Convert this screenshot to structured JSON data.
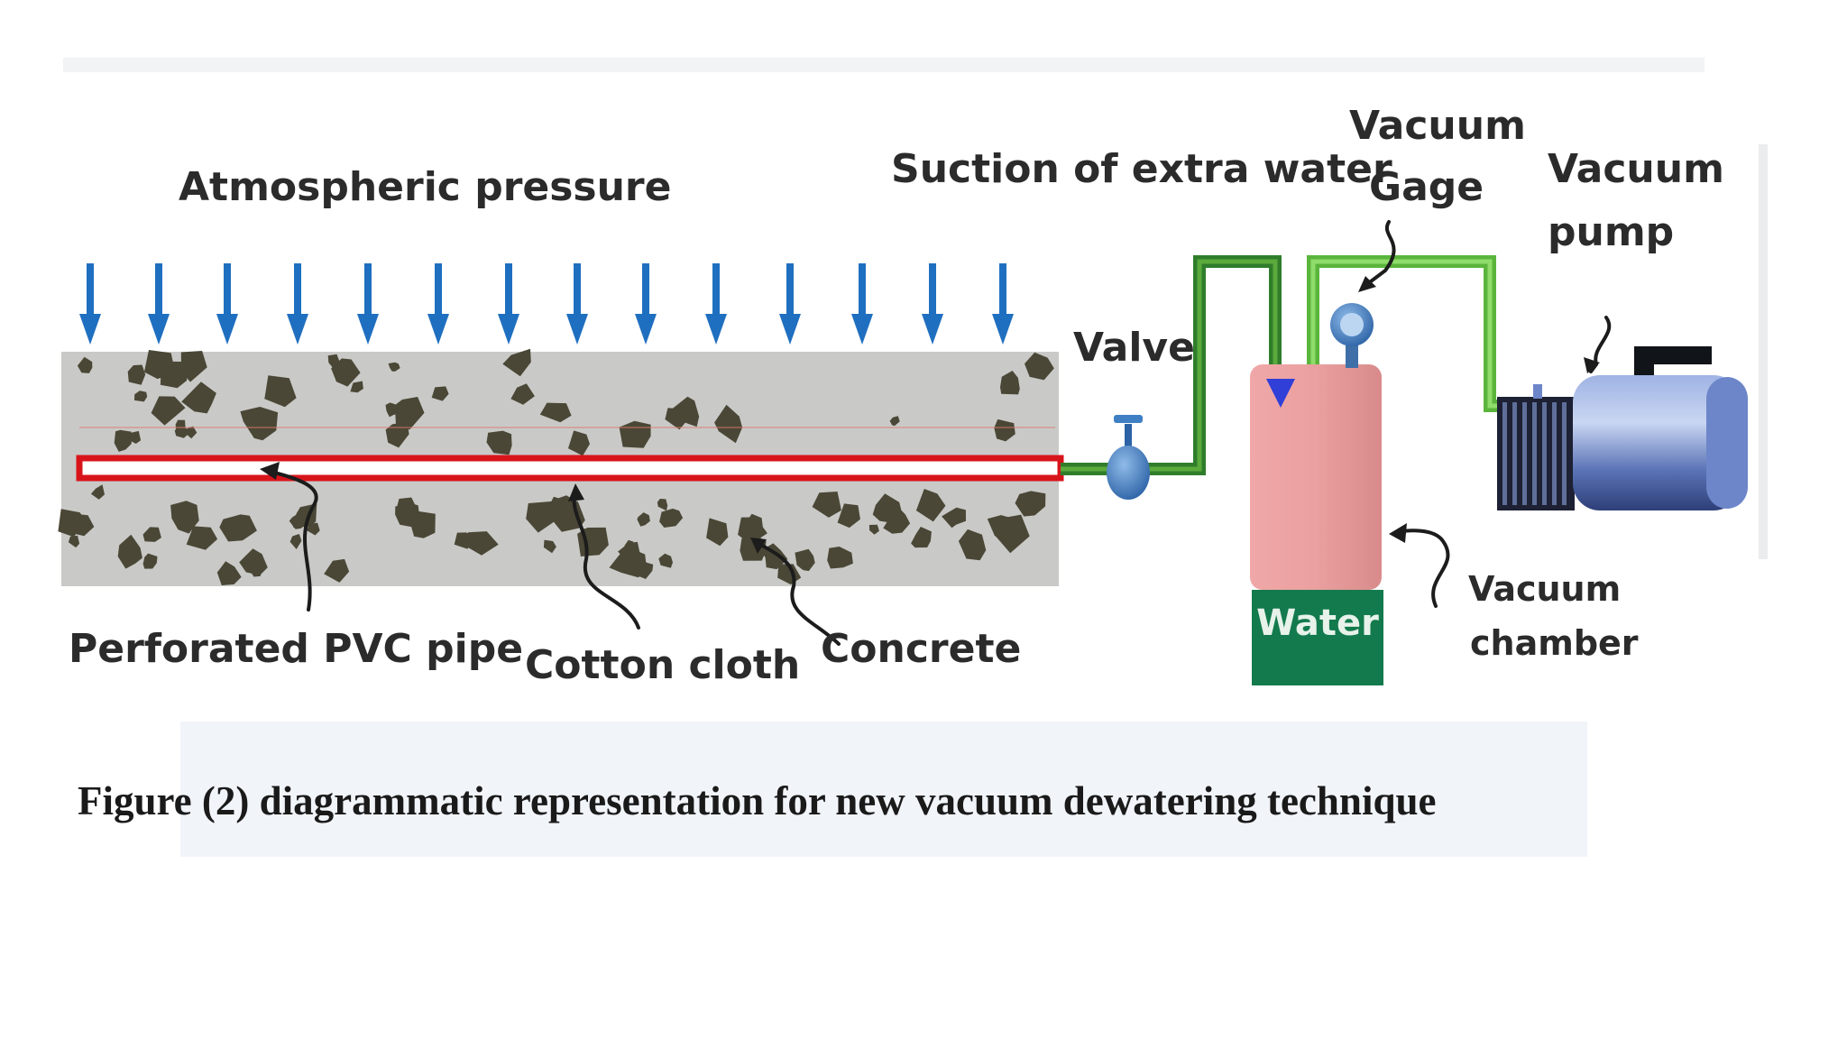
{
  "labels": {
    "atmospheric_pressure": "Atmospheric pressure",
    "suction": "Suction of extra water",
    "vacuum_gage_line1": "Vacuum",
    "vacuum_gage_line2": "Gage",
    "vacuum_pump_line1": "Vacuum",
    "vacuum_pump_line2": "pump",
    "valve": "Valve",
    "perforated_pvc_pipe": "Perforated PVC pipe",
    "cotton_cloth": "Cotton cloth",
    "concrete": "Concrete",
    "water": "Water",
    "vacuum_chamber_line1": "Vacuum",
    "vacuum_chamber_line2": "chamber"
  },
  "caption": "Figure (2) diagrammatic representation for new vacuum dewatering technique",
  "colors": {
    "pressure_arrows": "#1f6fc0",
    "concrete": "#c9c9c7",
    "aggregate": "#4a4736",
    "pipe_outline": "#d8141b",
    "hose_dark": "#2f7d2b",
    "hose_light": "#6fc24a",
    "chamber": "#e79a9a",
    "water_base": "#137a4d",
    "pump_body": "#5b74b7",
    "valve": "#3f7fc4"
  },
  "icons": {
    "pressure_arrow": "down-arrow-icon",
    "valve": "valve-icon",
    "gauge": "gauge-icon",
    "pump": "pump-icon"
  }
}
